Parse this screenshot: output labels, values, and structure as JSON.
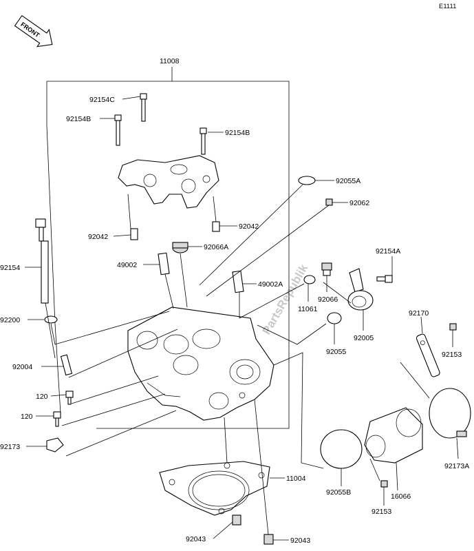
{
  "diagram": {
    "code": "E1111",
    "front_label": "FRONT",
    "watermark": "PartsRepublik",
    "parts": {
      "p11008": "11008",
      "p92154C": "92154C",
      "p92154B_left": "92154B",
      "p92154B_right": "92154B",
      "p92055A": "92055A",
      "p92062": "92062",
      "p92042_left": "92042",
      "p92042_right": "92042",
      "p92066A": "92066A",
      "p92154": "92154",
      "p49002": "49002",
      "p49002A": "49002A",
      "p92154A": "92154A",
      "p11061": "11061",
      "p92066": "92066",
      "p92005": "92005",
      "p92200": "92200",
      "p92170": "92170",
      "p92055": "92055",
      "p92153_right": "92153",
      "p92004": "92004",
      "p120_top": "120",
      "p120_bottom": "120",
      "p92173": "92173",
      "p11004": "11004",
      "p92055B": "92055B",
      "p16066": "16066",
      "p92173A": "92173A",
      "p92153_bottom": "92153",
      "p92043_left": "92043",
      "p92043_right": "92043"
    }
  }
}
